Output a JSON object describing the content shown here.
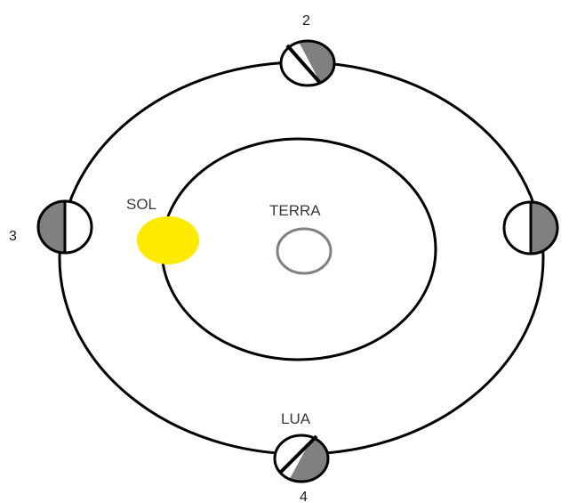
{
  "labels": {
    "sun": "SOL",
    "earth": "TERRA",
    "moon": "LUA"
  },
  "positions": {
    "top": "2",
    "left": "3",
    "bottom": "4"
  },
  "colors": {
    "sun": "#ffea00",
    "earth_outline": "#808080",
    "moon_shadow": "#808080",
    "orbit": "#000000",
    "background": "#ffffff"
  }
}
